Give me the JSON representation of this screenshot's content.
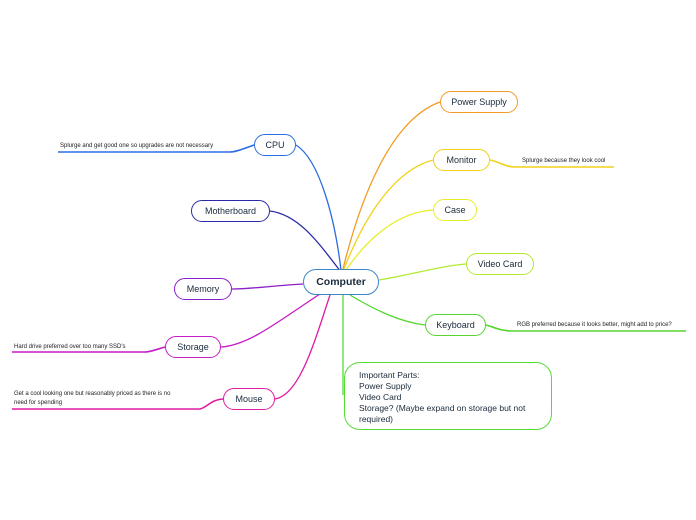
{
  "root": {
    "label": "Computer"
  },
  "branches": {
    "cpu": {
      "label": "CPU",
      "note": "Splurge and get good one so upgrades are not necessary",
      "color": "#2b6ee0"
    },
    "motherboard": {
      "label": "Motherboard",
      "color": "#2a2aa8"
    },
    "memory": {
      "label": "Memory",
      "color": "#8a1ec8"
    },
    "storage": {
      "label": "Storage",
      "note": "Hard drive preferred over too many SSD's",
      "color": "#c51cc5"
    },
    "mouse": {
      "label": "Mouse",
      "note_lines": [
        "Get a cool looking one but reasonably priced as there is no",
        "need for spending"
      ],
      "color": "#e01ca5"
    },
    "power_supply": {
      "label": "Power Supply",
      "color": "#f29b22"
    },
    "monitor": {
      "label": "Monitor",
      "note": "Splurge because they look cool",
      "color": "#f0d21a"
    },
    "case": {
      "label": "Case",
      "color": "#e6ee2a"
    },
    "video_card": {
      "label": "Video Card",
      "color": "#b2ea32"
    },
    "keyboard": {
      "label": "Keyboard",
      "note": "RGB preferred because it looks better, might add to price?",
      "color": "#55d52e"
    }
  },
  "important": {
    "lines": [
      "Important Parts:",
      "Power Supply",
      "Video Card",
      "Storage? (Maybe expand on storage but not",
      "required)"
    ],
    "color": "#55dd33"
  },
  "root_color": "#3a86c8"
}
